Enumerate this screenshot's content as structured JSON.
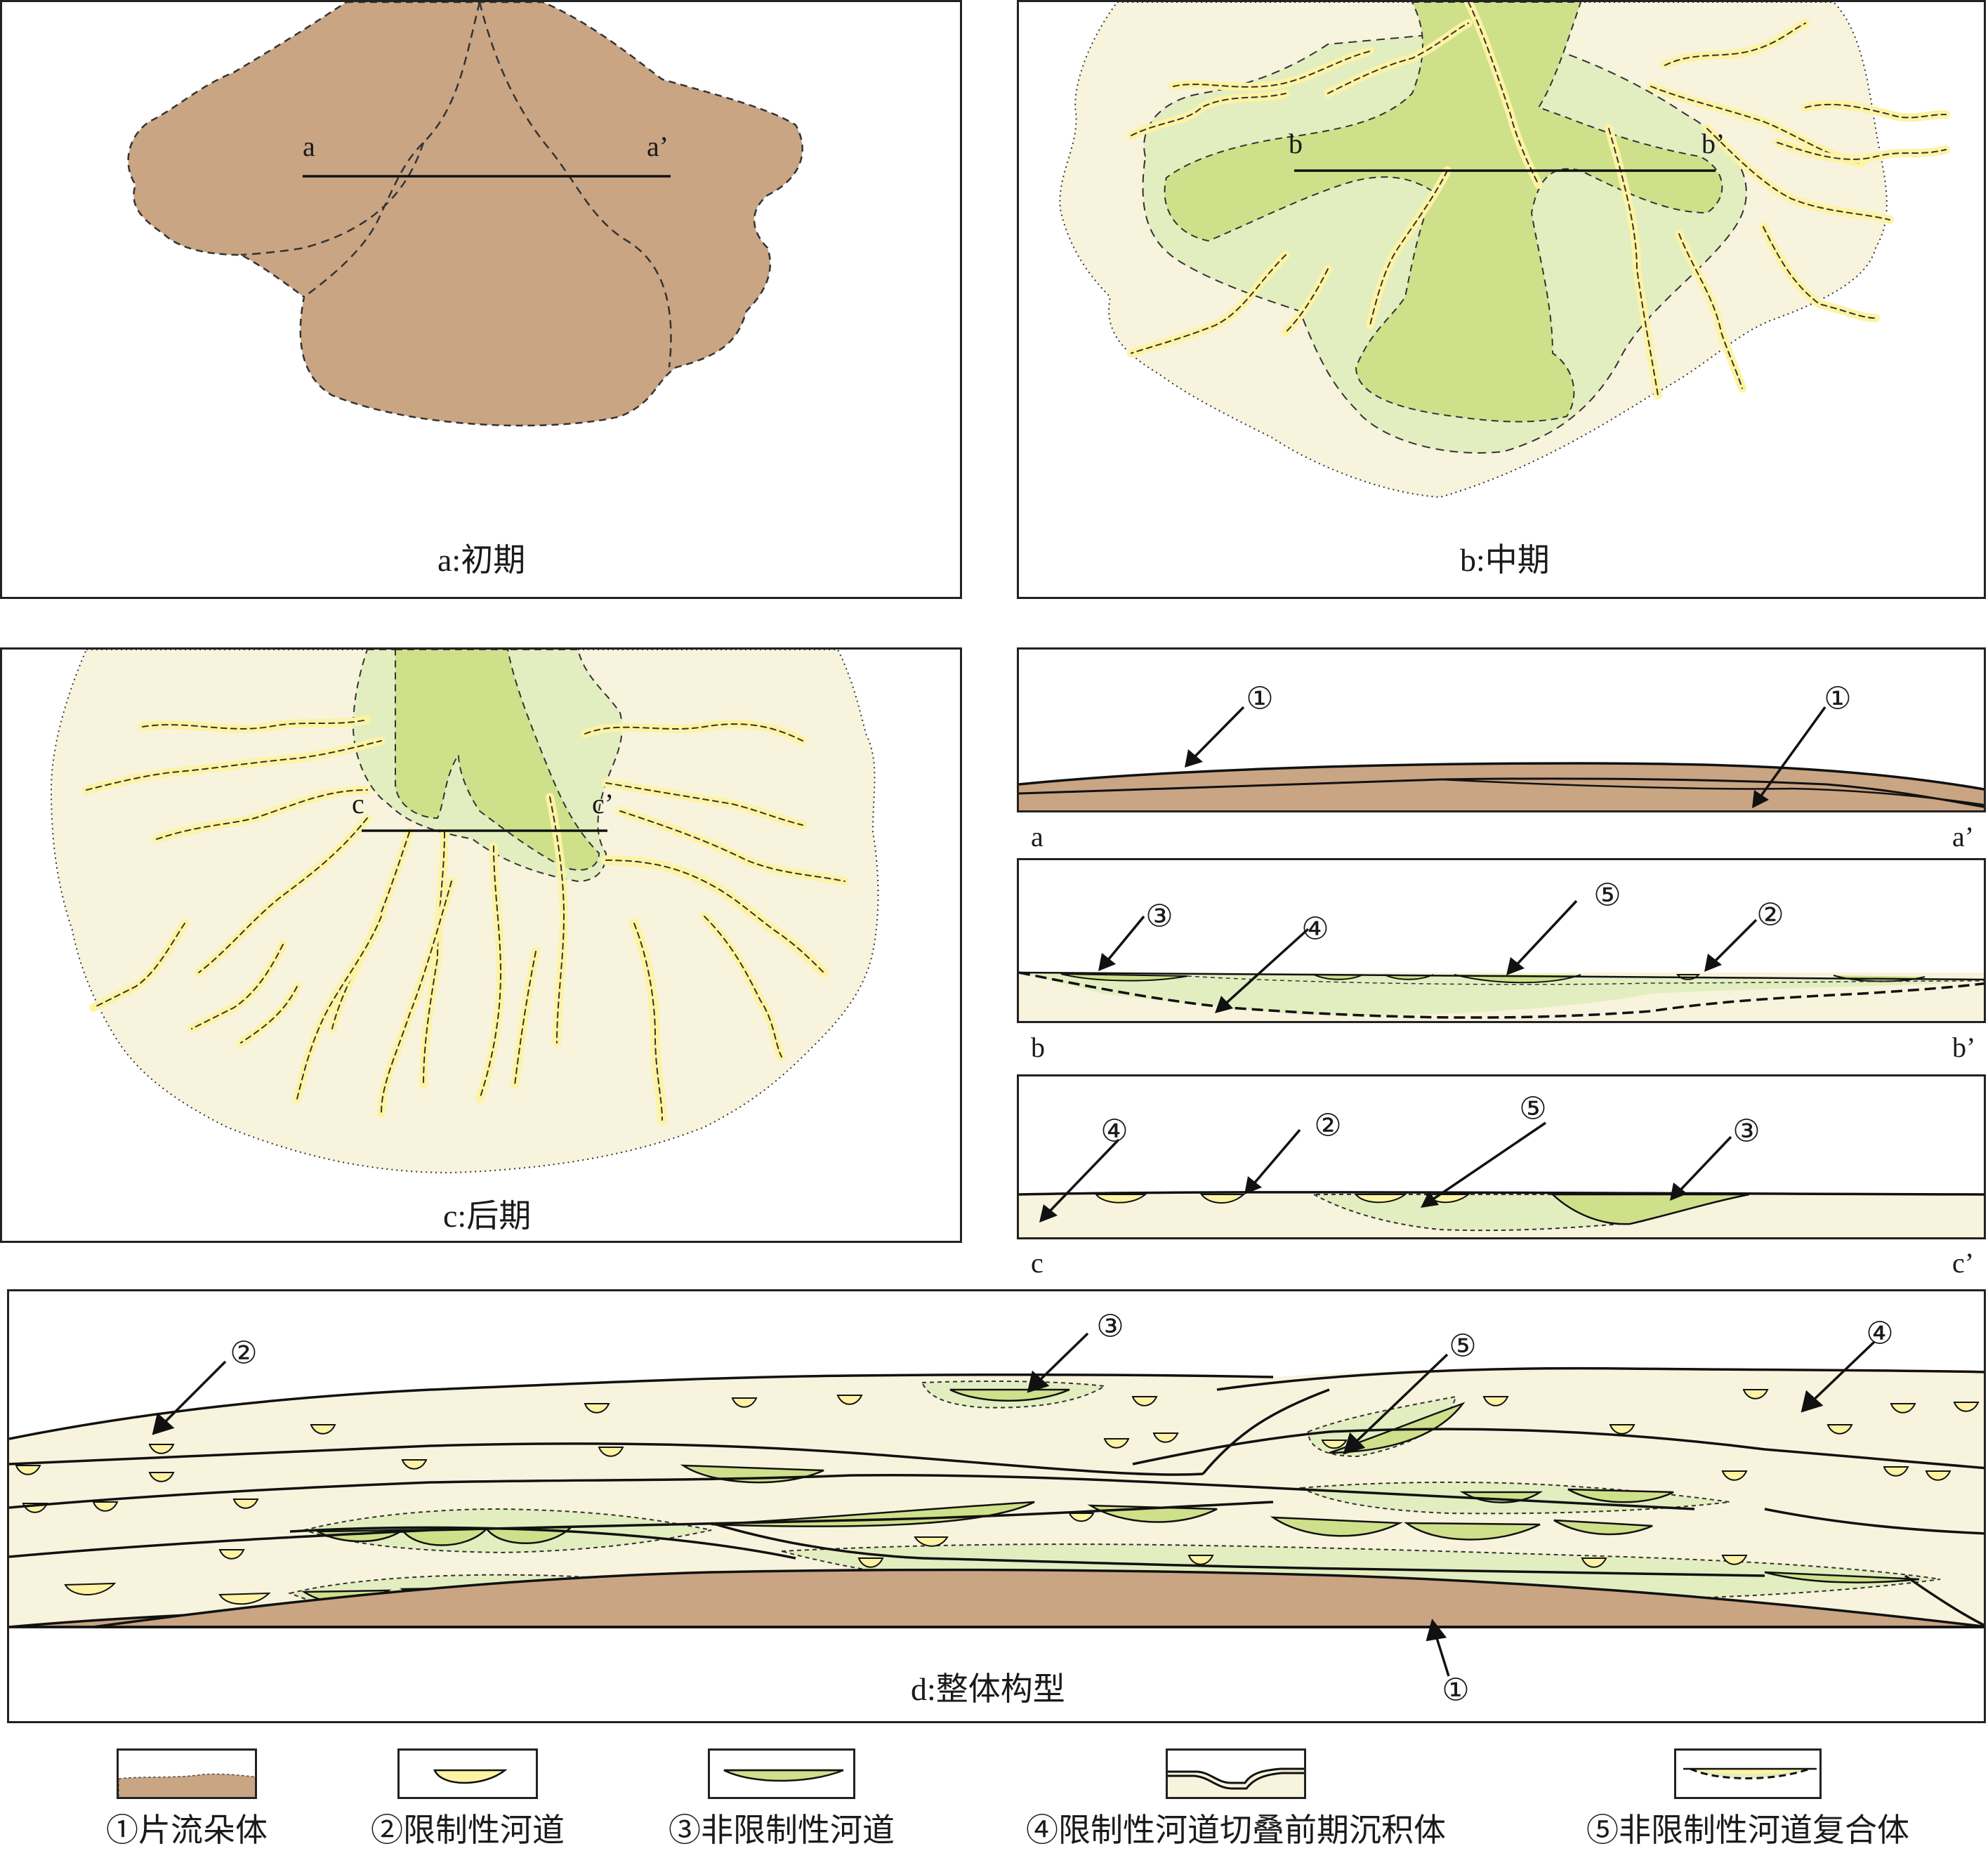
{
  "panels": {
    "a": {
      "caption": "a:初期",
      "line_start": "a",
      "line_end": "a’"
    },
    "b": {
      "caption": "b:中期",
      "line_start": "b",
      "line_end": "b’"
    },
    "c": {
      "caption": "c:后期",
      "line_start": "c",
      "line_end": "c’"
    },
    "d": {
      "caption": "d:整体构型"
    }
  },
  "sections": {
    "aa": {
      "left": "a",
      "right": "a’",
      "markers": [
        "①",
        "①"
      ]
    },
    "bb": {
      "left": "b",
      "right": "b’",
      "markers": [
        "③",
        "④",
        "⑤",
        "②"
      ]
    },
    "cc": {
      "left": "c",
      "right": "c’",
      "markers": [
        "④",
        "②",
        "⑤",
        "③"
      ]
    }
  },
  "d_markers": [
    "②",
    "③",
    "⑤",
    "④",
    "①"
  ],
  "legend": [
    {
      "label": "①片流朵体"
    },
    {
      "label": "②限制性河道"
    },
    {
      "label": "③非限制性河道"
    },
    {
      "label": "④限制性河道切叠前期沉积体"
    },
    {
      "label": "⑤非限制性河道复合体"
    }
  ],
  "colors": {
    "sheet_lobe": "#c9a584",
    "restricted_channel": "#fdf3a3",
    "unrestricted_channel": "#cfe08a",
    "unrestricted_complex": "#e3eec0",
    "background_deposit": "#f8f3dc",
    "outline": "#222222"
  }
}
